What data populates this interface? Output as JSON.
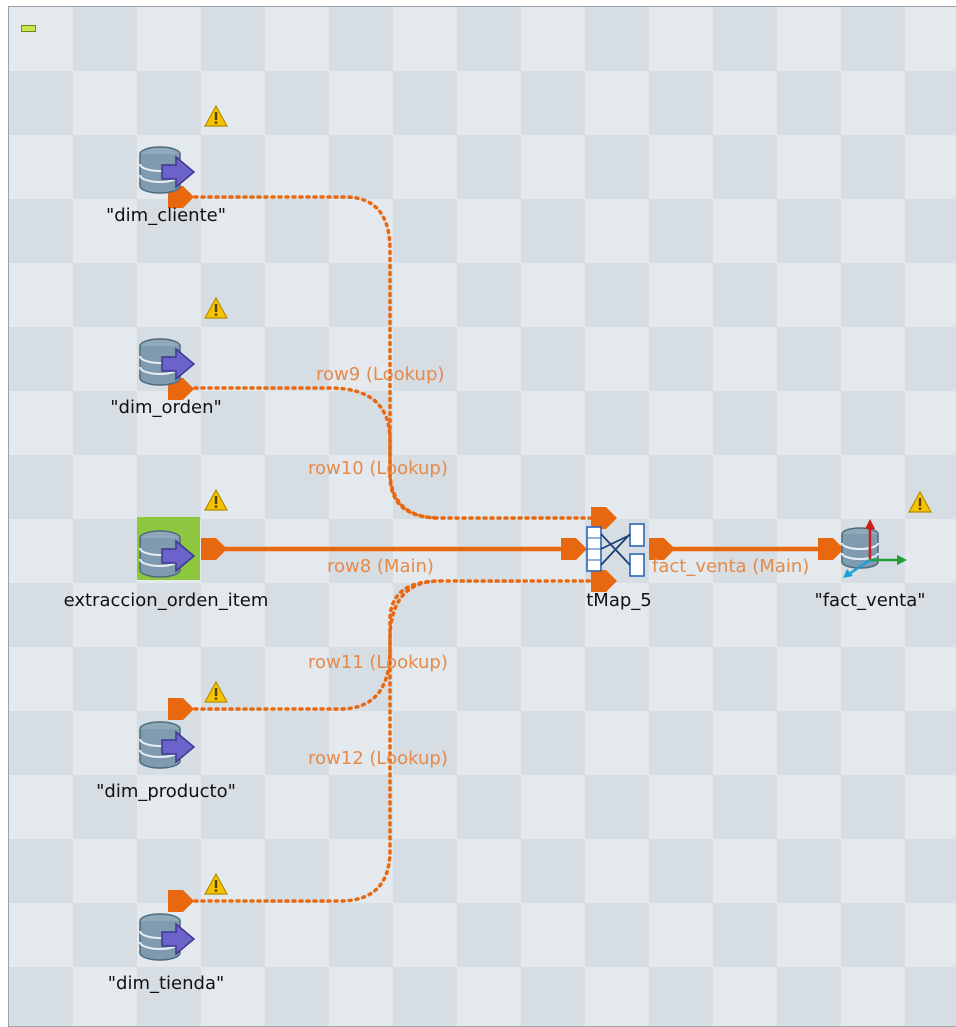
{
  "canvas": {
    "collapse_icon": "minimize-icon"
  },
  "nodes": {
    "dim_cliente": {
      "label": "\"dim_cliente\"",
      "icon": "db-input-icon",
      "warning_icon": "warning-icon"
    },
    "dim_orden": {
      "label": "\"dim_orden\"",
      "icon": "db-input-icon",
      "warning_icon": "warning-icon"
    },
    "extraccion": {
      "label": "extraccion_orden_item",
      "icon": "db-input-icon",
      "warning_icon": "warning-icon",
      "selected": true
    },
    "dim_producto": {
      "label": "\"dim_producto\"",
      "icon": "db-input-icon",
      "warning_icon": "warning-icon"
    },
    "dim_tienda": {
      "label": "\"dim_tienda\"",
      "icon": "db-input-icon",
      "warning_icon": "warning-icon"
    },
    "tmap": {
      "label": "tMap_5",
      "icon": "tmap-icon"
    },
    "fact_venta": {
      "label": "\"fact_venta\"",
      "icon": "db-output-icon",
      "warning_icon": "warning-icon"
    }
  },
  "links": {
    "row9": "row9 (Lookup)",
    "row10": "row10 (Lookup)",
    "row8": "row8 (Main)",
    "row11": "row11 (Lookup)",
    "row12": "row12 (Lookup)",
    "fact": "fact_venta (Main)"
  },
  "colors": {
    "link": "#e8680f",
    "label": "#e58a4a",
    "warning": "#f5c400",
    "db_body": "#7f9bb0",
    "db_arrow": "#6b63c9",
    "selected": "#8dc63f"
  }
}
